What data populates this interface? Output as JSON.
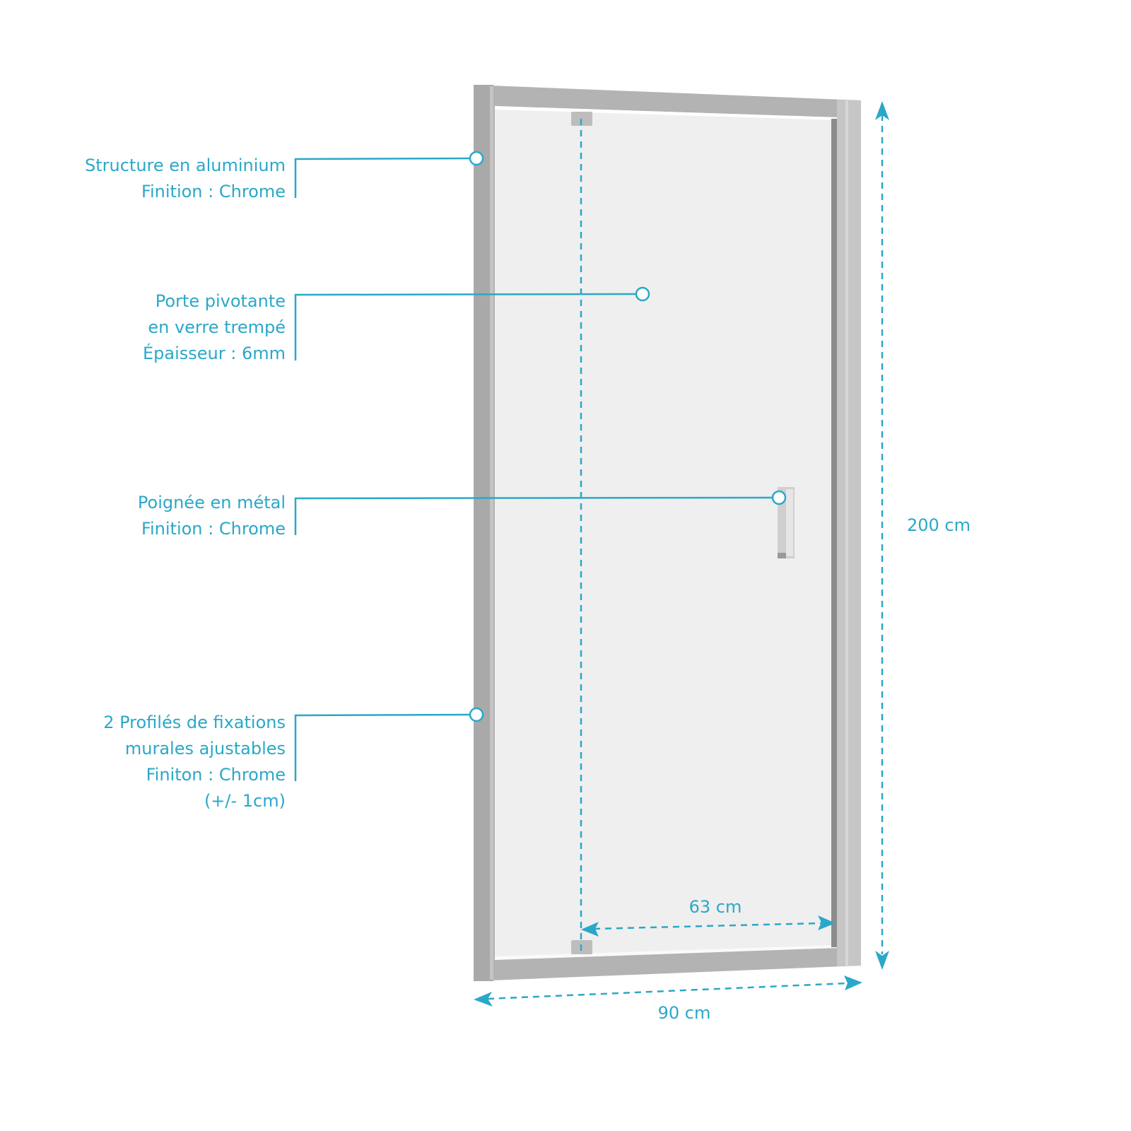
{
  "callouts": [
    {
      "lines": [
        "Structure en aluminium",
        "Finition : Chrome"
      ]
    },
    {
      "lines": [
        "Porte pivotante",
        "en verre trempé",
        "Épaisseur : 6mm"
      ]
    },
    {
      "lines": [
        "Poignée en métal",
        "Finition : Chrome"
      ]
    },
    {
      "lines": [
        "2 Profilés de fixations",
        "murales ajustables",
        "Finiton : Chrome",
        "(+/- 1cm)"
      ]
    }
  ],
  "dimensions": {
    "height": "200 cm",
    "width": "90 cm",
    "opening": "63 cm"
  },
  "colors": {
    "accent": "#2aa8c8",
    "frame": "#b0b0b0",
    "glass": "#efefef"
  }
}
